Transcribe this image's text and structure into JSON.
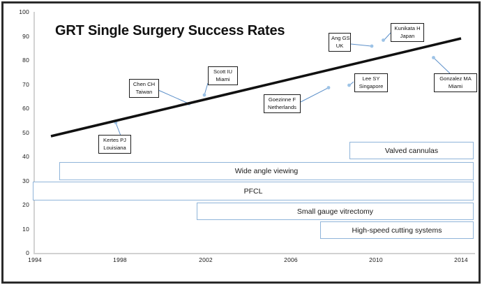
{
  "chart_data": {
    "type": "line",
    "title": "GRT Single Surgery Success Rates",
    "xlabel": "",
    "ylabel": "",
    "xlim": [
      1994,
      2014
    ],
    "ylim": [
      0,
      100
    ],
    "grid": false,
    "legend": "none",
    "x_ticks": [
      "1994",
      "1998",
      "2002",
      "2006",
      "2010",
      "2014"
    ],
    "x_tick_values": [
      1994,
      1998,
      2002,
      2006,
      2010,
      2014
    ],
    "y_ticks": [
      "0",
      "10",
      "20",
      "30",
      "40",
      "50",
      "60",
      "70",
      "80",
      "90",
      "100"
    ],
    "y_tick_values": [
      0,
      10,
      20,
      30,
      40,
      50,
      60,
      70,
      80,
      90,
      100
    ],
    "series": [
      {
        "name": "GRT single surgery success rate trend",
        "type": "line",
        "color": "#111111",
        "x": [
          1994.8,
          2014
        ],
        "values": [
          50,
          92
        ]
      },
      {
        "name": "Published studies",
        "type": "scatter",
        "color": "#9dc3e6",
        "points": [
          {
            "label": "Kertes PJ",
            "sublabel": "Louisiana",
            "x": 1997.0,
            "y": 54.5
          },
          {
            "label": "Chen CH",
            "sublabel": "Taiwan",
            "x": 2001.5,
            "y": 64.5
          },
          {
            "label": "Scott IU",
            "sublabel": "Miami",
            "x": 2002.0,
            "y": 71.5
          },
          {
            "label": "Goezinne F",
            "sublabel": "Netherlands",
            "x": 2005.0,
            "y": 70.5
          },
          {
            "label": "Ang GS",
            "sublabel": "UK",
            "x": 2009.0,
            "y": 88.5
          },
          {
            "label": "Lee SY",
            "sublabel": "Singapore",
            "x": 2009.2,
            "y": 75.5
          },
          {
            "label": "Kunikata H",
            "sublabel": "Japan",
            "x": 2010.8,
            "y": 93.0
          },
          {
            "label": "Gonzalez MA",
            "sublabel": "Miami",
            "x": 2013.0,
            "y": 84.0
          }
        ]
      }
    ],
    "timeline_bars": [
      {
        "label": "Valved cannulas",
        "start": 2008.8,
        "end": 2014.0,
        "y_top": 46,
        "y_bottom": 39
      },
      {
        "label": "Wide angle viewing",
        "start": 1995.2,
        "end": 2014.0,
        "y_top": 38,
        "y_bottom": 31
      },
      {
        "label": "PFCL",
        "start": 1994.0,
        "end": 2014.0,
        "y_top": 30,
        "y_bottom": 23.5
      },
      {
        "label": "Small gauge vitrectomy",
        "start": 2001.7,
        "end": 2014.0,
        "y_top": 22,
        "y_bottom": 15
      },
      {
        "label": "High-speed cutting systems",
        "start": 2007.4,
        "end": 2014.0,
        "y_top": 14,
        "y_bottom": 7
      }
    ]
  },
  "title": "GRT Single Surgery Success Rates",
  "axes": {
    "y_ticks": [
      "100",
      "90",
      "80",
      "70",
      "60",
      "50",
      "40",
      "30",
      "20",
      "10",
      "0"
    ],
    "x_ticks": [
      "1994",
      "1998",
      "2002",
      "2006",
      "2010",
      "2014"
    ]
  },
  "callouts": [
    {
      "name": "kertes",
      "line1": "Kertes PJ",
      "line2": "Louisiana"
    },
    {
      "name": "chen",
      "line1": "Chen CH",
      "line2": "Taiwan"
    },
    {
      "name": "scott",
      "line1": "Scott IU",
      "line2": "Miami"
    },
    {
      "name": "goezinne",
      "line1": "Goezinne F",
      "line2": "Netherlands"
    },
    {
      "name": "ang",
      "line1": "Ang GS",
      "line2": "UK"
    },
    {
      "name": "lee",
      "line1": "Lee SY",
      "line2": "Singapore"
    },
    {
      "name": "kunikata",
      "line1": "Kunikata H",
      "line2": "Japan"
    },
    {
      "name": "gonzalez",
      "line1": "Gonzalez MA",
      "line2": "Miami"
    }
  ],
  "bars": [
    {
      "name": "valved-cannulas",
      "label": "Valved cannulas"
    },
    {
      "name": "wide-angle-viewing",
      "label": "Wide angle viewing"
    },
    {
      "name": "pfcl",
      "label": "PFCL"
    },
    {
      "name": "small-gauge-vitrectomy",
      "label": "Small gauge vitrectomy"
    },
    {
      "name": "high-speed-cutting-systems",
      "label": "High-speed cutting systems"
    }
  ],
  "colors": {
    "trendline": "#111111",
    "callout_border": "#1b1b1b",
    "bar_border": "#8fb4d9",
    "marker": "#9dc3e6",
    "leader": "#5b8fc9",
    "axis": "#d2d2d2",
    "frame": "#2b2b2b"
  }
}
